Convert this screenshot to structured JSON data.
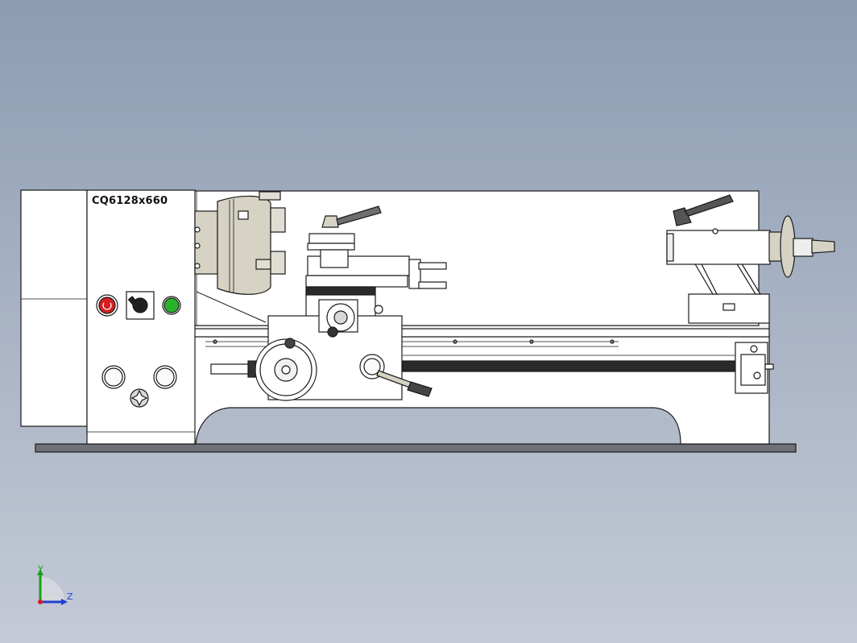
{
  "lathe": {
    "model_label": "CQ6128x660"
  },
  "triad": {
    "y_label": "Y",
    "z_label": "Z"
  },
  "colors": {
    "background_top": "#8c9cb2",
    "background_bottom": "#c4cad6",
    "outline": "#1a1a1a",
    "body_fill": "#ffffff",
    "chuck_fill": "#d6d2c4",
    "base_plate": "#6e7278",
    "emergency_stop": "#d42020",
    "start_button": "#28b428",
    "axis_y": "#19a019",
    "axis_z": "#1f3fd0"
  },
  "icons": [
    "emergency-stop-icon",
    "rotary-switch-icon",
    "start-button-icon",
    "feed-knob-icon",
    "handwheel-icon"
  ]
}
